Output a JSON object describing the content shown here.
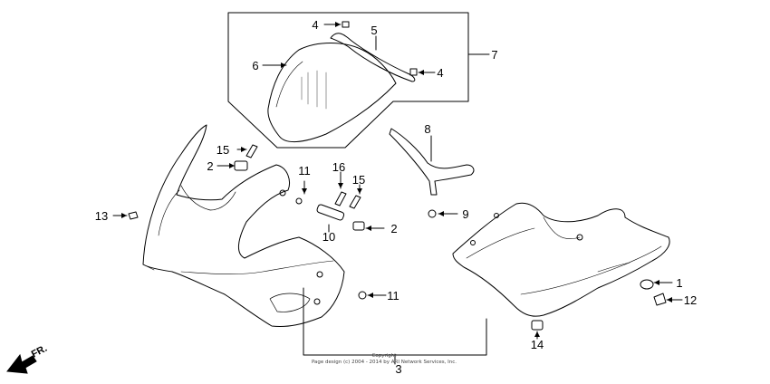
{
  "diagram": {
    "callouts": [
      {
        "id": "c4a",
        "label": "4"
      },
      {
        "id": "c5",
        "label": "5"
      },
      {
        "id": "c6",
        "label": "6"
      },
      {
        "id": "c4b",
        "label": "4"
      },
      {
        "id": "c7",
        "label": "7"
      },
      {
        "id": "c8",
        "label": "8"
      },
      {
        "id": "c15a",
        "label": "15"
      },
      {
        "id": "c2a",
        "label": "2"
      },
      {
        "id": "c11a",
        "label": "11"
      },
      {
        "id": "c16",
        "label": "16"
      },
      {
        "id": "c15b",
        "label": "15"
      },
      {
        "id": "c13",
        "label": "13"
      },
      {
        "id": "c10",
        "label": "10"
      },
      {
        "id": "c2b",
        "label": "2"
      },
      {
        "id": "c9",
        "label": "9"
      },
      {
        "id": "c1",
        "label": "1"
      },
      {
        "id": "c11b",
        "label": "11"
      },
      {
        "id": "c12",
        "label": "12"
      },
      {
        "id": "c14",
        "label": "14"
      },
      {
        "id": "c3",
        "label": "3"
      }
    ],
    "direction_label": "FR.",
    "copyright_line1": "Copyright",
    "copyright_line2": "Page design (c) 2004 - 2014 by ARI Network Services, Inc."
  }
}
